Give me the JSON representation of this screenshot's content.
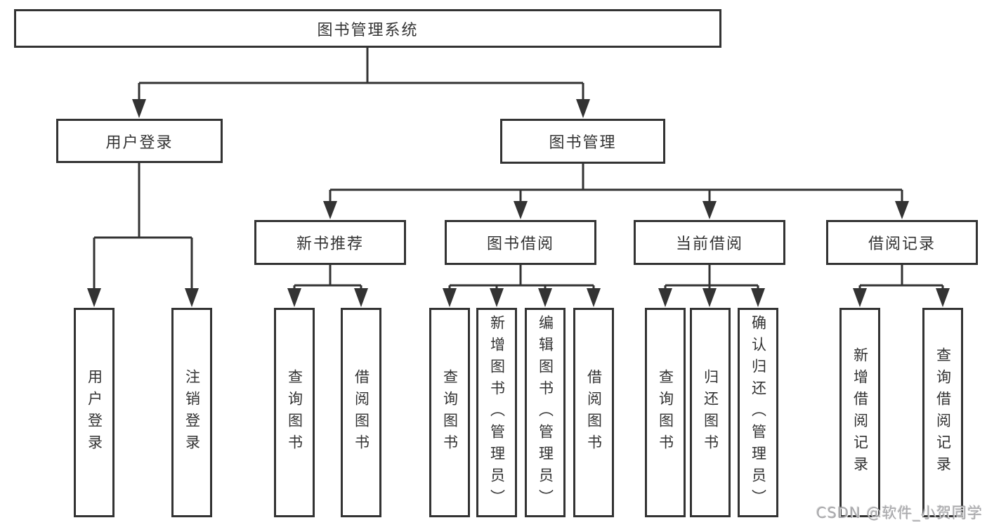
{
  "diagram": {
    "root": {
      "label": "图书管理系统"
    },
    "user_branch": {
      "label": "用户登录",
      "children": [
        "用户登录",
        "注销登录"
      ]
    },
    "book_branch": {
      "label": "图书管理",
      "groups": [
        {
          "label": "新书推荐",
          "children": [
            "查询图书",
            "借阅图书"
          ]
        },
        {
          "label": "图书借阅",
          "children": [
            "查询图书",
            "新增图书（管理员）",
            "编辑图书（管理员）",
            "借阅图书"
          ]
        },
        {
          "label": "当前借阅",
          "children": [
            "查询图书",
            "归还图书",
            "确认归还（管理员）"
          ]
        },
        {
          "label": "借阅记录",
          "children": [
            "新增借阅记录",
            "查询借阅记录"
          ]
        }
      ]
    },
    "watermark": "CSDN @软件_小贺同学",
    "colors": {
      "line": "#333333",
      "text": "#333333",
      "background": "#ffffff",
      "watermark": "#a8a8ab"
    }
  }
}
